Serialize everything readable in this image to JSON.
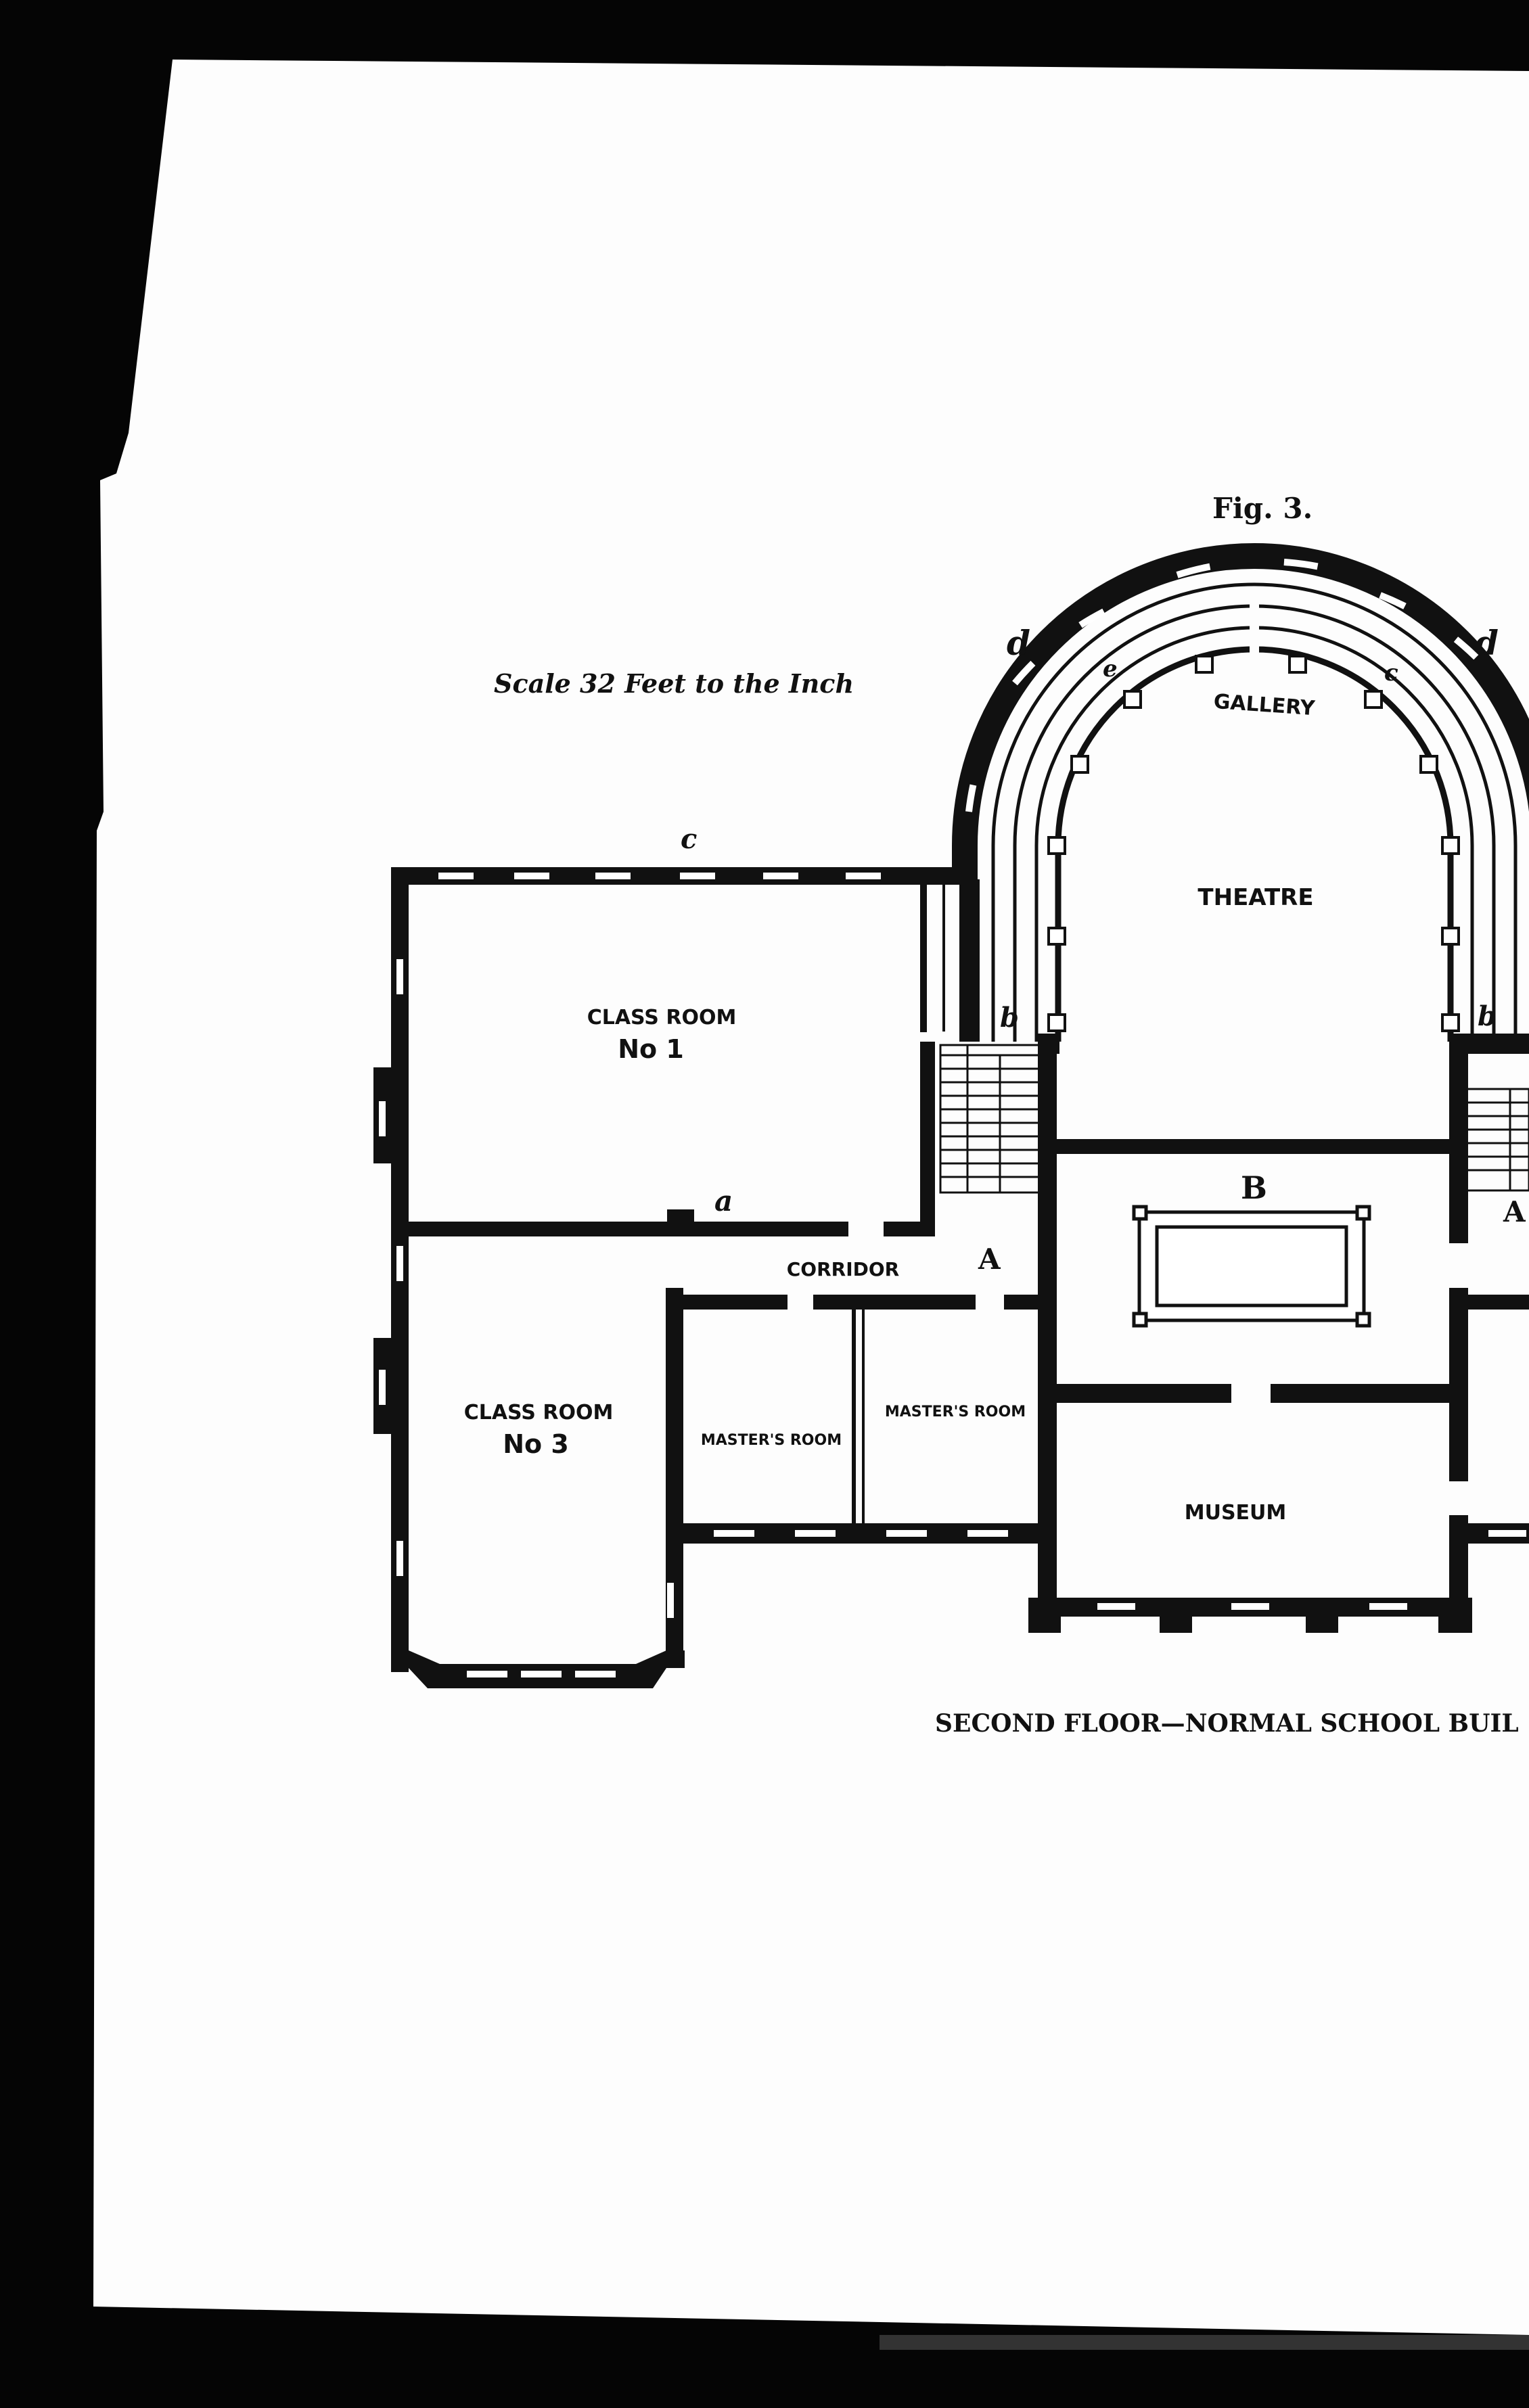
{
  "figure_label": "Fig. 3.",
  "scale_note": "Scale 32 Feet to the Inch",
  "caption": "SECOND FLOOR—NORMAL SCHOOL BUIL",
  "rooms": {
    "theatre": "THEATRE",
    "gallery": "GALLERY",
    "class_room_1_line1": "CLASS ROOM",
    "class_room_1_line2": "No 1",
    "class_room_3_line1": "CLASS ROOM",
    "class_room_3_line2": "No 3",
    "corridor": "CORRIDOR",
    "masters_room_left": "MASTER'S ROOM",
    "masters_room_right": "MASTER'S ROOM",
    "museum": "MUSEUM"
  },
  "markers": {
    "a": "a",
    "b_left": "b",
    "b_right": "b",
    "c_top": "c",
    "c_gallery": "c",
    "d_left": "d",
    "d_right": "d",
    "e": "e",
    "A_left": "A",
    "A_right": "A",
    "B": "B"
  },
  "colors": {
    "ink": "#111111",
    "paper": "#fdfdfd",
    "background": "#050505"
  }
}
